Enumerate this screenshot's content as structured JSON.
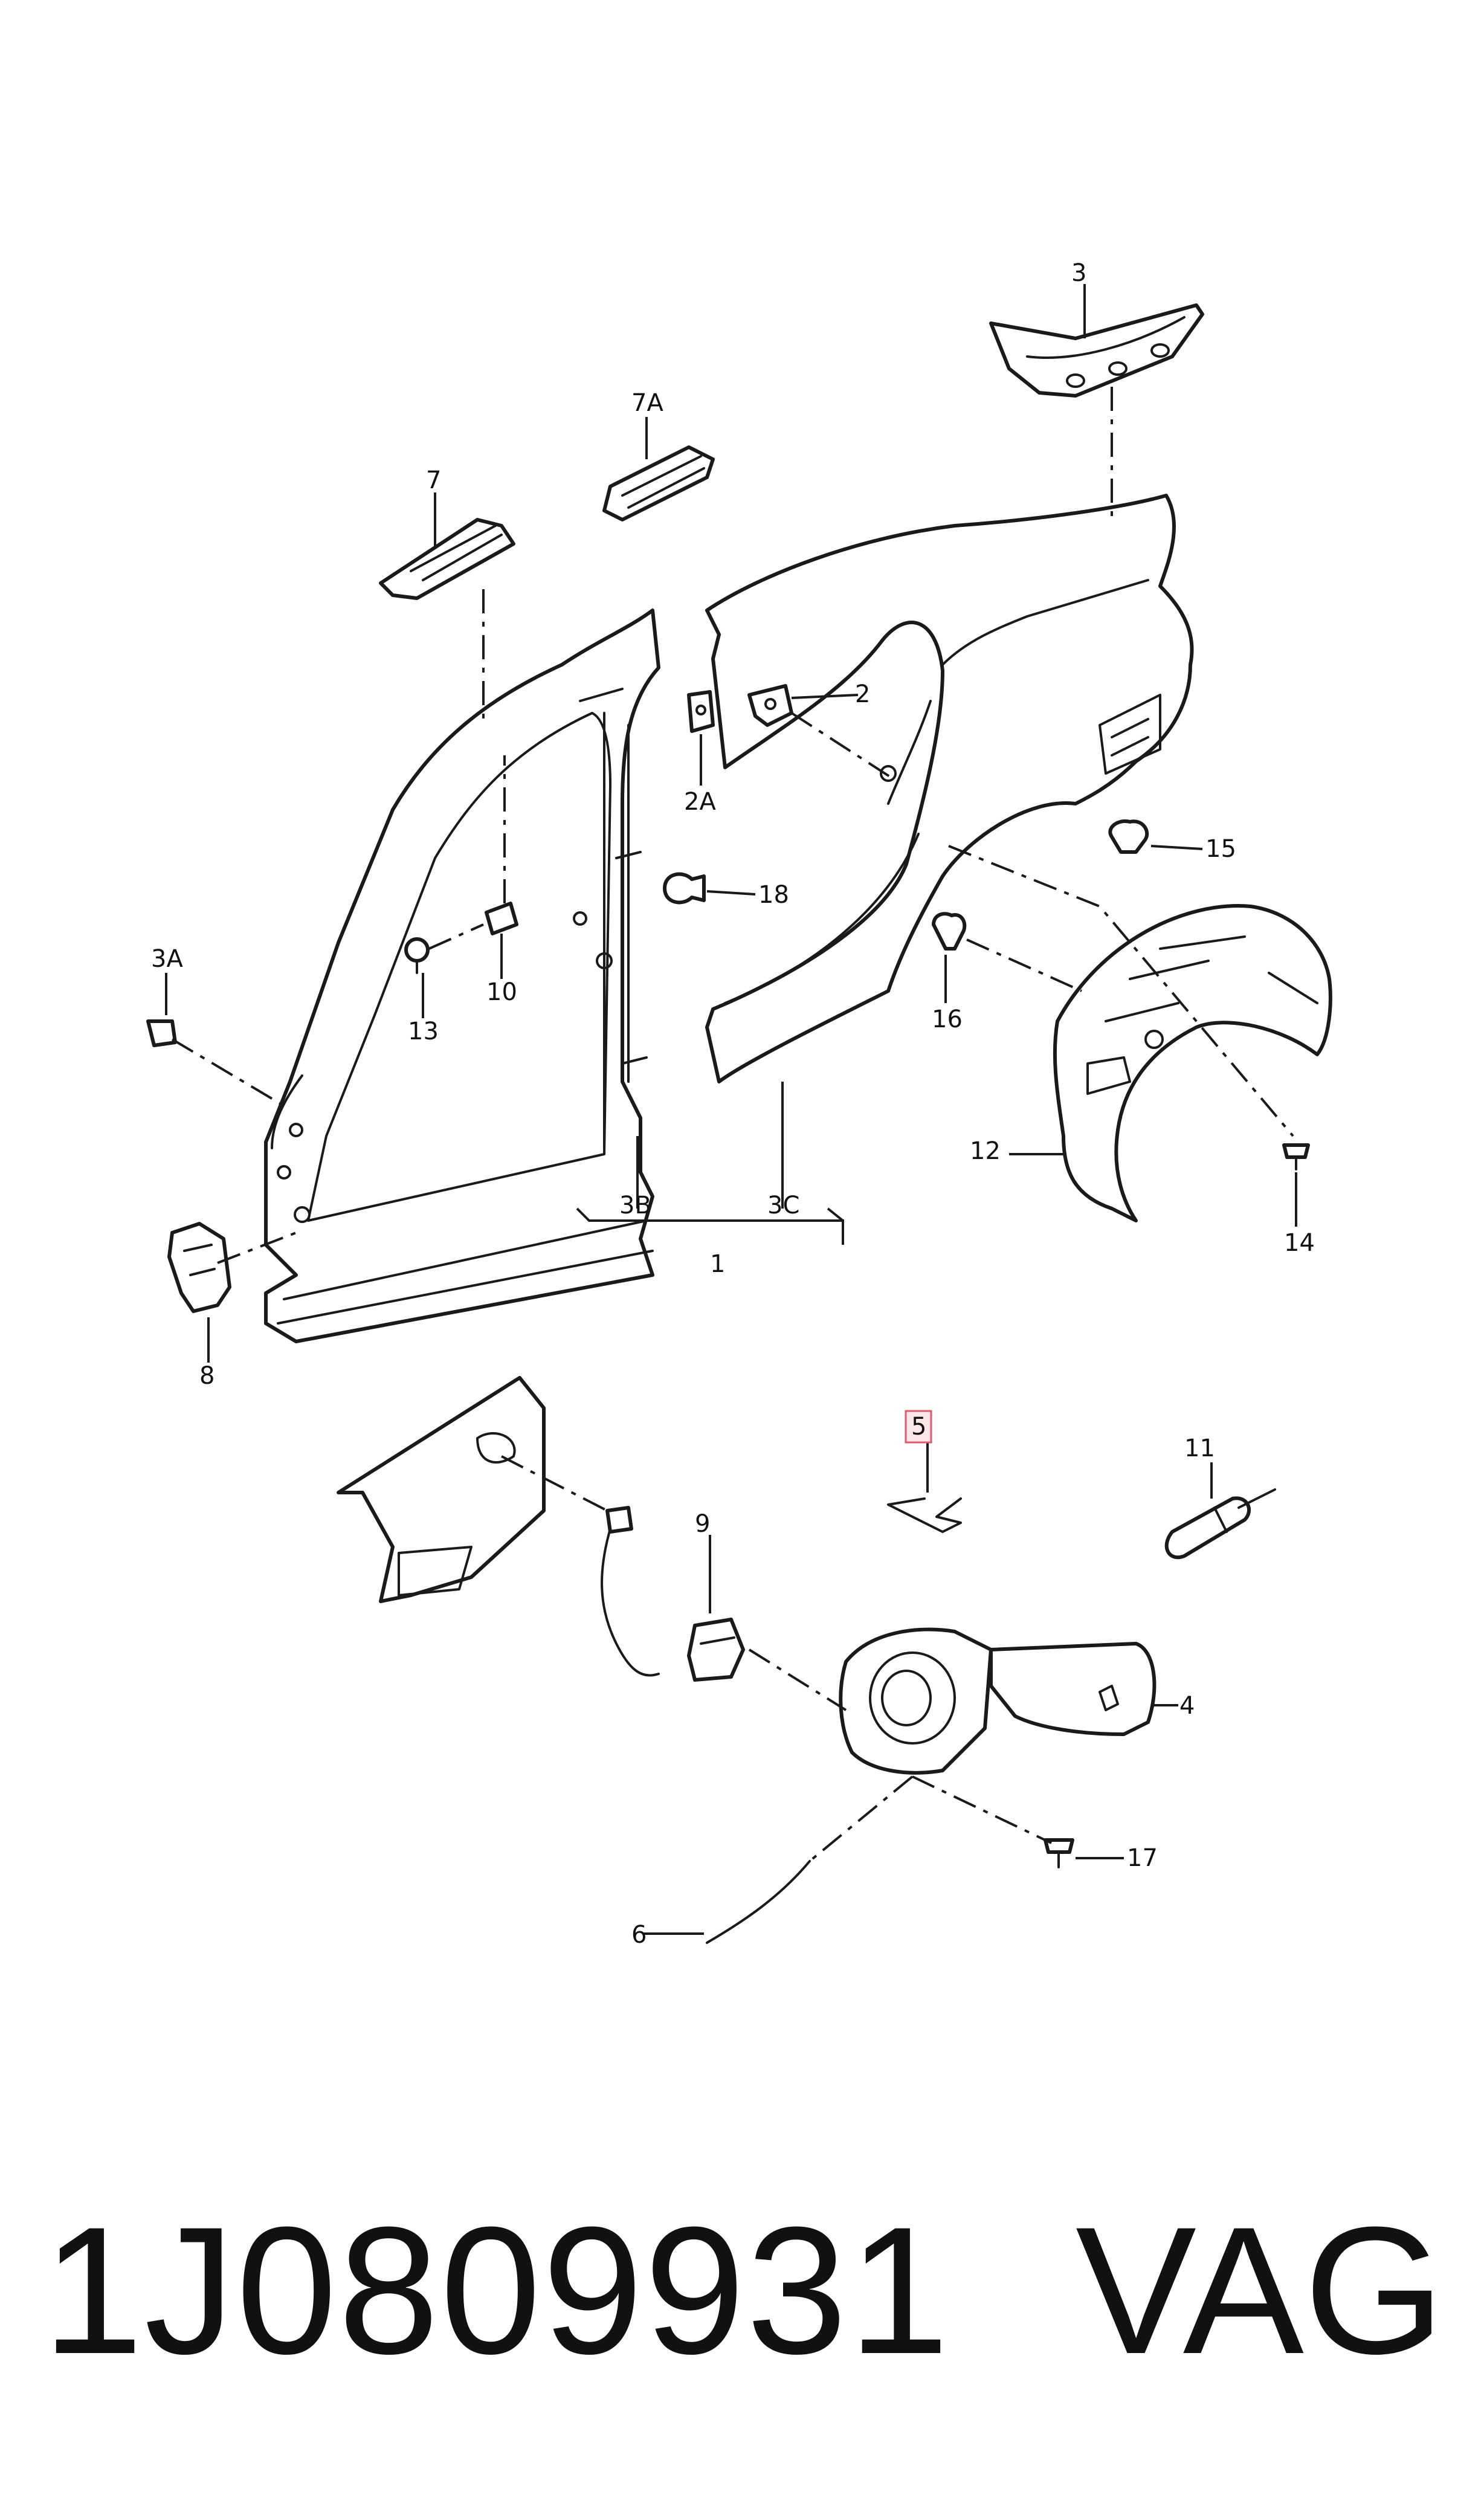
{
  "callouts": [
    "1",
    "2",
    "2A",
    "3",
    "3A",
    "3B",
    "3C",
    "4",
    "5",
    "6",
    "7",
    "7A",
    "8",
    "9",
    "10",
    "11",
    "12",
    "13",
    "14",
    "15",
    "16",
    "17",
    "18"
  ],
  "highlighted_callout": "5",
  "highlight_color": "#e05a6e",
  "footer": {
    "part_number": "1J0809931",
    "brand": "VAG"
  }
}
